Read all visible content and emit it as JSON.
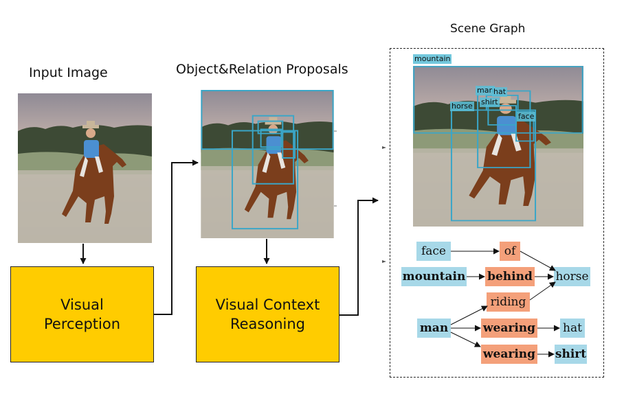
{
  "titles": {
    "input": "Input Image",
    "proposals": "Object&Relation Proposals",
    "scene": "Scene Graph"
  },
  "stages": {
    "perception": [
      "Visual",
      "Perception"
    ],
    "reasoning": [
      "Visual Context",
      "Reasoning"
    ]
  },
  "detections": [
    "mountain",
    "man",
    "hat",
    "shirt",
    "horse",
    "face"
  ],
  "graph": {
    "objects": [
      "face",
      "mountain",
      "horse",
      "man",
      "hat",
      "shirt"
    ],
    "relations": [
      "of",
      "behind",
      "riding",
      "wearing",
      "wearing"
    ]
  },
  "colors": {
    "stage_fill": "#ffcc00",
    "box": "#3aa6c8",
    "object_node": "#a7d8e8",
    "relation_node": "#f4a07a"
  }
}
